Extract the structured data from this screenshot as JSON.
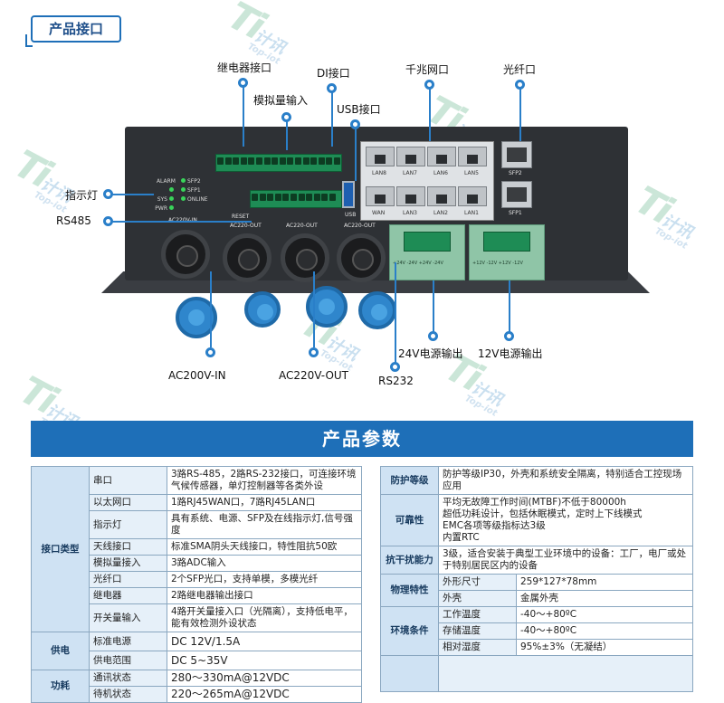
{
  "header": {
    "title": "产品接口"
  },
  "watermark": {
    "mark": "Ti",
    "cn": "计讯",
    "en": "Top-iot",
    "reg": "®"
  },
  "callouts": {
    "relay": "继电器接口",
    "analog": "模拟量输入",
    "di": "DI接口",
    "usb": "USB接口",
    "gigabit": "千兆网口",
    "fiber": "光纤口",
    "indicator": "指示灯",
    "rs485": "RS485",
    "ac_in": "AC200V-IN",
    "ac_out": "AC220V-OUT",
    "rs232": "RS232",
    "out24": "24V电源输出",
    "out12": "12V电源输出"
  },
  "device": {
    "leds_left": [
      "ALARM",
      "SYS",
      "PWR"
    ],
    "leds_right": [
      "SFP2",
      "SFP1",
      "ONLINE"
    ],
    "reset": "RESET",
    "usb": "USB",
    "lan_top": [
      "LAN8",
      "LAN7",
      "LAN6",
      "LAN5"
    ],
    "lan_bottom": [
      "WAN",
      "LAN3",
      "LAN2",
      "LAN1"
    ],
    "sfp": [
      "SFP2",
      "SFP1"
    ],
    "ac_labels": [
      "AC220V-IN",
      "AC220-OUT",
      "AC220-OUT",
      "AC220-OUT"
    ],
    "term24": "+24V  -24V  +24V  -24V",
    "term12": "+12V  -12V  +12V  -12V"
  },
  "params": {
    "banner": "产品参数",
    "left": {
      "interface": {
        "category": "接口类型",
        "rows": [
          {
            "name": "串口",
            "value": "3路RS-485，2路RS-232接口，可连接环境气候传感器，单灯控制器等各类外设"
          },
          {
            "name": "以太网口",
            "value": "1路RJ45WAN口，7路RJ45LAN口"
          },
          {
            "name": "指示灯",
            "value": "具有系统、电源、SFP及在线指示灯,信号强度"
          },
          {
            "name": "天线接口",
            "value": "标准SMA阴头天线接口，特性阻抗50欧"
          },
          {
            "name": "模拟量接入",
            "value": "3路ADC输入"
          },
          {
            "name": "光纤口",
            "value": "2个SFP光口，支持单模，多模光纤"
          },
          {
            "name": "继电器",
            "value": "2路继电器输出接口"
          },
          {
            "name": "开关量输入",
            "value": "4路开关量接入口（光隔离），支持低电平，能有效检测外设状态"
          }
        ]
      },
      "power": {
        "category": "供电",
        "rows": [
          {
            "name": "标准电源",
            "value": "DC 12V/1.5A"
          },
          {
            "name": "供电范围",
            "value": "DC 5~35V"
          }
        ]
      },
      "consumption": {
        "category": "功耗",
        "rows": [
          {
            "name": "通讯状态",
            "value": "280～330mA@12VDC"
          },
          {
            "name": "待机状态",
            "value": "220～265mA@12VDC"
          }
        ]
      }
    },
    "right": {
      "protection": {
        "category": "防护等级",
        "value": "防护等级IP30，外壳和系统安全隔离，特别适合工控现场应用"
      },
      "reliability": {
        "category": "可靠性",
        "lines": [
          "平均无故障工作时间(MTBF)不低于80000h",
          "超低功耗设计，包括休眠模式，定时上下线模式",
          "EMC各项等级指标达3级",
          "内置RTC"
        ]
      },
      "emc": {
        "category": "抗干扰能力",
        "value": "3级，适合安装于典型工业环境中的设备：工厂，电厂或处于特别居民区内的设备"
      },
      "physical": {
        "category": "物理特性",
        "rows": [
          {
            "name": "外形尺寸",
            "value": "259*127*78mm"
          },
          {
            "name": "外壳",
            "value": "金属外壳"
          }
        ]
      },
      "environment": {
        "category": "环境条件",
        "rows": [
          {
            "name": "工作温度",
            "value": "-40～+80ºC"
          },
          {
            "name": "存储温度",
            "value": "-40～+80ºC"
          },
          {
            "name": "相对湿度",
            "value": "95%±3%（无凝结）"
          }
        ]
      }
    }
  }
}
